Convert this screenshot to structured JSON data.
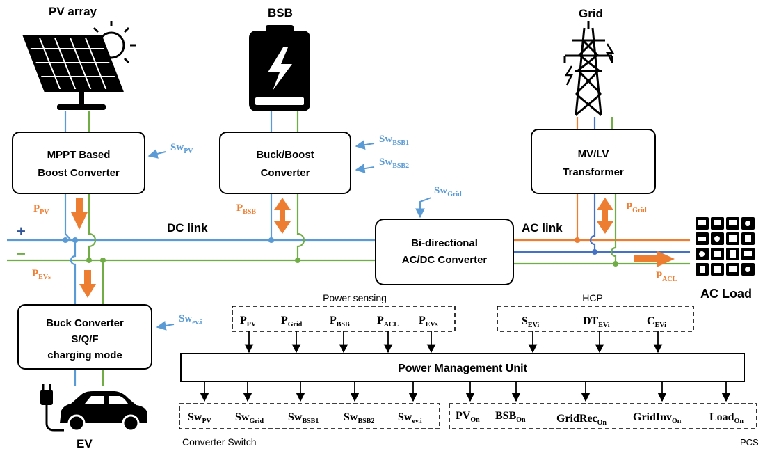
{
  "sources": {
    "pv": "PV array",
    "bsb": "BSB",
    "grid": "Grid",
    "ev": "EV",
    "ac_load": "AC Load"
  },
  "converters": {
    "mppt": [
      "MPPT Based",
      "Boost Converter"
    ],
    "buckboost": [
      "Buck/Boost",
      "Converter"
    ],
    "transformer": [
      "MV/LV",
      "Transformer"
    ],
    "bidirectional": [
      "Bi-directional",
      "AC/DC Converter"
    ],
    "buck": [
      "Buck Converter",
      "S/Q/F",
      "charging mode"
    ]
  },
  "links": {
    "dc": "DC link",
    "ac": "AC link",
    "plus": "+",
    "minus": "−"
  },
  "switch_signals": {
    "pv": {
      "base": "Sw",
      "sub": "PV"
    },
    "bsb1": {
      "base": "Sw",
      "sub": "BSB1"
    },
    "bsb2": {
      "base": "Sw",
      "sub": "BSB2"
    },
    "grid": {
      "base": "Sw",
      "sub": "Grid"
    },
    "ev": {
      "base": "Sw",
      "sub": "ev.i"
    }
  },
  "power_flows": {
    "pv": {
      "base": "P",
      "sub": "PV"
    },
    "bsb": {
      "base": "P",
      "sub": "BSB"
    },
    "evs": {
      "base": "P",
      "sub": "EVs"
    },
    "grid": {
      "base": "P",
      "sub": "Grid"
    },
    "acl": {
      "base": "P",
      "sub": "ACL"
    }
  },
  "power_sensing": {
    "title": "Power sensing",
    "items": [
      {
        "base": "P",
        "sub": "PV"
      },
      {
        "base": "P",
        "sub": "Grid"
      },
      {
        "base": "P",
        "sub": "BSB"
      },
      {
        "base": "P",
        "sub": "ACL"
      },
      {
        "base": "P",
        "sub": "EVs"
      }
    ]
  },
  "hcp": {
    "title": "HCP",
    "items": [
      {
        "base": "S",
        "sub": "EVi"
      },
      {
        "base": "DT",
        "sub": "EVi"
      },
      {
        "base": "C",
        "sub": "EVi"
      }
    ]
  },
  "pmu": "Power Management Unit",
  "converter_switch": {
    "title": "Converter Switch",
    "items": [
      {
        "base": "Sw",
        "sub": "PV"
      },
      {
        "base": "Sw",
        "sub": "Grid"
      },
      {
        "base": "Sw",
        "sub": "BSB1"
      },
      {
        "base": "Sw",
        "sub": "BSB2"
      },
      {
        "base": "Sw",
        "sub": "ev.i"
      }
    ]
  },
  "pcs": {
    "title": "PCS",
    "items": [
      {
        "base": "PV",
        "sub": "On"
      },
      {
        "base": "BSB",
        "sub": "On"
      },
      {
        "base": "GridRec",
        "sub": "On"
      },
      {
        "base": "GridInv",
        "sub": "On"
      },
      {
        "base": "Load",
        "sub": "On"
      }
    ]
  },
  "colors": {
    "blue": "#5b9bd5",
    "green": "#70ad47",
    "orange": "#ed7d31",
    "navy": "#2f5597"
  }
}
